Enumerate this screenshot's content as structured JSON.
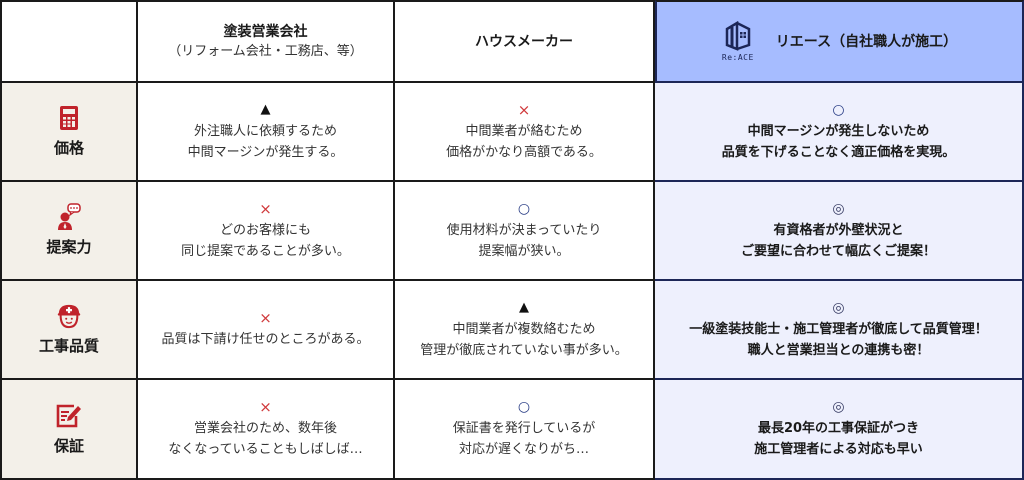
{
  "columns": {
    "empty_corner": "",
    "col1": {
      "title": "塗装営業会社",
      "subtitle": "（リフォーム会社・工務店、等）"
    },
    "col2": {
      "title": "ハウスメーカー"
    },
    "col3": {
      "title": "リエース（自社職人が施工）",
      "logo_text": "Re:ACE",
      "logo_icon": "house-logo-icon"
    }
  },
  "rows": [
    {
      "label": "価格",
      "icon": "calculator-icon",
      "cells": [
        {
          "mark": "▲",
          "mark_type": "triangle",
          "lines": [
            "外注職人に依頼するため",
            "中間マージンが発生する。"
          ]
        },
        {
          "mark": "×",
          "mark_type": "cross",
          "lines": [
            "中間業者が絡むため",
            "価格がかなり高額である。"
          ]
        },
        {
          "mark": "○",
          "mark_type": "circle",
          "lines": [
            "中間マージンが発生しないため",
            "品質を下げることなく適正価格を実現。"
          ]
        }
      ]
    },
    {
      "label": "提案力",
      "icon": "consultant-icon",
      "cells": [
        {
          "mark": "×",
          "mark_type": "cross",
          "lines": [
            "どのお客様にも",
            "同じ提案であることが多い。"
          ]
        },
        {
          "mark": "○",
          "mark_type": "circle",
          "lines": [
            "使用材料が決まっていたり",
            "提案幅が狭い。"
          ]
        },
        {
          "mark": "◎",
          "mark_type": "double-circle",
          "lines": [
            "有資格者が外壁状況と",
            "ご要望に合わせて幅広くご提案！"
          ]
        }
      ]
    },
    {
      "label": "工事品質",
      "icon": "helmet-worker-icon",
      "cells": [
        {
          "mark": "×",
          "mark_type": "cross",
          "lines": [
            "品質は下請け任せのところがある。"
          ]
        },
        {
          "mark": "▲",
          "mark_type": "triangle",
          "lines": [
            "中間業者が複数絡むため",
            "管理が徹底されていない事が多い。"
          ]
        },
        {
          "mark": "◎",
          "mark_type": "double-circle",
          "lines": [
            "一級塗装技能士・施工管理者が徹底して品質管理！",
            "職人と営業担当との連携も密！"
          ]
        }
      ]
    },
    {
      "label": "保証",
      "icon": "document-pen-icon",
      "cells": [
        {
          "mark": "×",
          "mark_type": "cross",
          "lines": [
            "営業会社のため、数年後",
            "なくなっていることもしばしば…"
          ]
        },
        {
          "mark": "○",
          "mark_type": "circle",
          "lines": [
            "保証書を発行しているが",
            "対応が遅くなりがち…"
          ]
        },
        {
          "mark": "◎",
          "mark_type": "double-circle",
          "lines": [
            "最長20年の工事保証がつき",
            "施工管理者による対応も早い"
          ]
        }
      ]
    }
  ],
  "colors": {
    "accent_red": "#c0232b",
    "ours_header_bg": "#a6bcff",
    "ours_cell_bg": "#eef0fd",
    "rowhead_bg": "#f3f0e9",
    "navy": "#1c2657"
  }
}
